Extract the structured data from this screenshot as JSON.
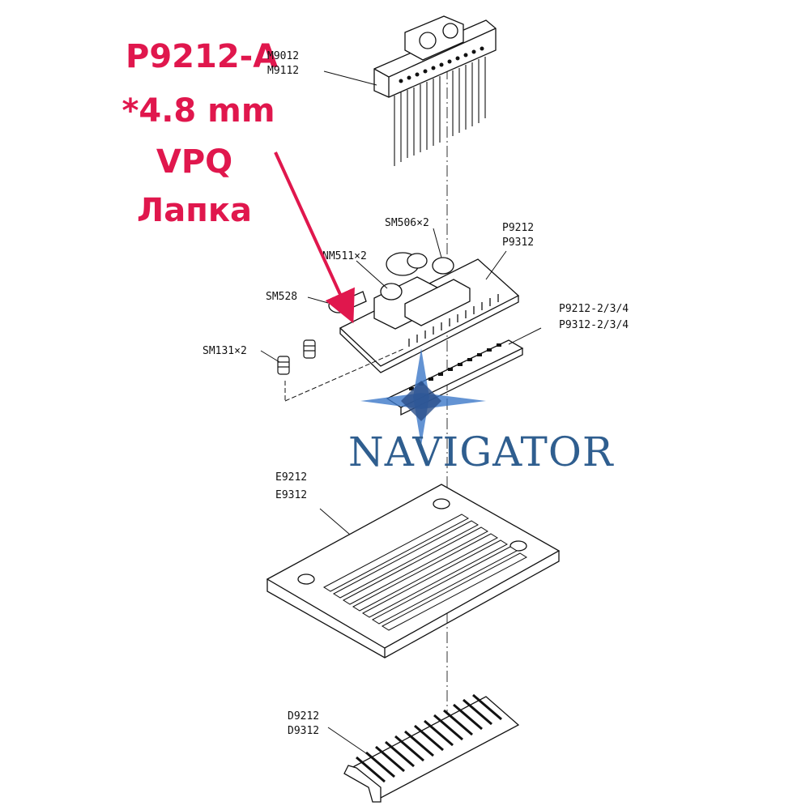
{
  "annotation": {
    "lines": [
      "P9212-A",
      "*4.8 mm",
      "VPQ",
      "Лапка"
    ],
    "color": "#e0174d"
  },
  "watermark": {
    "text": "NAVIGATOR",
    "color": "#2f5e8f"
  },
  "labels": {
    "top_part": [
      "M9012",
      "M9112"
    ],
    "screw_sm506": "SM506×2",
    "part_p_a": [
      "P9212",
      "P9312"
    ],
    "screw_nm511": "NM511×2",
    "screw_sm528": "SM528",
    "part_p_b": [
      "P9212-2/3/4",
      "P9312-2/3/4"
    ],
    "screw_sm131": "SM131×2",
    "plate_e": [
      "E9212",
      "E9312"
    ],
    "comb_d": [
      "D9212",
      "D9312"
    ]
  }
}
